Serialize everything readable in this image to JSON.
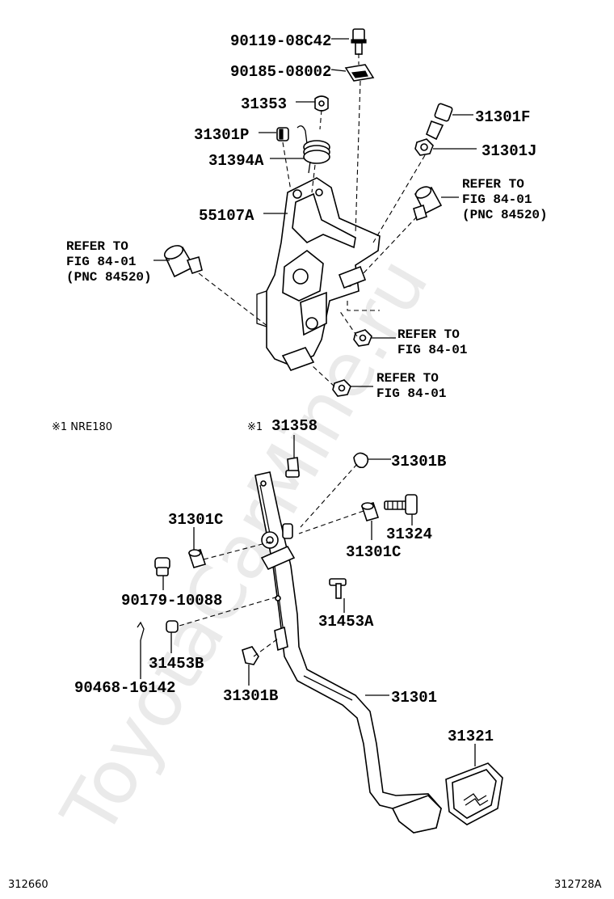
{
  "watermark": "ToyotaCarMine.ru",
  "labels": {
    "p90119": "90119-08C42",
    "p90185": "90185-08002",
    "p31353": "31353",
    "p31301F": "31301F",
    "p31301P": "31301P",
    "p31301J": "31301J",
    "p31394A": "31394A",
    "p55107A": "55107A",
    "p31358": "31358",
    "p31301B_top": "31301B",
    "p31301C_left": "31301C",
    "p31324": "31324",
    "p31301C_right": "31301C",
    "p90179": "90179-10088",
    "p31453A": "31453A",
    "p31453B": "31453B",
    "p90468": "90468-16142",
    "p31301B_bottom": "31301B",
    "p31301": "31301",
    "p31321": "31321"
  },
  "refs": {
    "right_top": {
      "l1": "REFER TO",
      "l2": "FIG 84-01",
      "l3": "(PNC 84520)"
    },
    "left": {
      "l1": "REFER TO",
      "l2": "FIG 84-01",
      "l3": "(PNC 84520)"
    },
    "mid1": {
      "l1": "REFER TO",
      "l2": "FIG 84-01"
    },
    "mid2": {
      "l1": "REFER TO",
      "l2": "FIG 84-01"
    }
  },
  "notes": {
    "nre": "※1 NRE180",
    "mark31358": "※1"
  },
  "footer": {
    "left": "312660",
    "right": "312728A"
  }
}
